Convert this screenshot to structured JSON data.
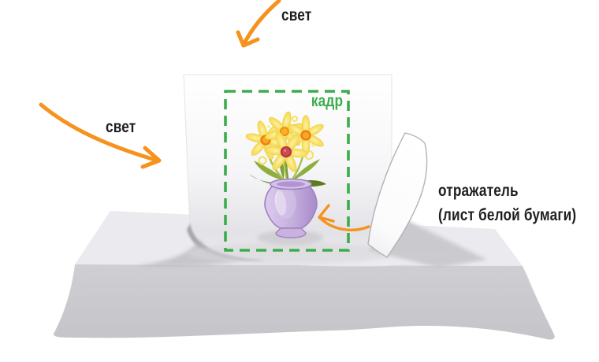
{
  "labels": {
    "light_top": "свет",
    "light_side": "свет",
    "frame": "кадр",
    "reflector_title": "отражатель",
    "reflector_subtitle": "(лист белой бумаги)"
  },
  "colors": {
    "arrow_orange": "#F6921E",
    "frame_green": "#3CAD4B",
    "text_black": "#1E1E1E",
    "table_top": "#EAEAEF",
    "table_front": "#C9C9CD",
    "backdrop_white": "#FFFFFF",
    "backdrop_shade": "#DEDEE2",
    "vase_purple": "#C4AEDD",
    "flower_petal_yellow": "#F8E36E",
    "flower_center_orange": "#F59D1D",
    "flower_center_red": "#CF4A52",
    "leaf_green": "#8FAE3E"
  }
}
